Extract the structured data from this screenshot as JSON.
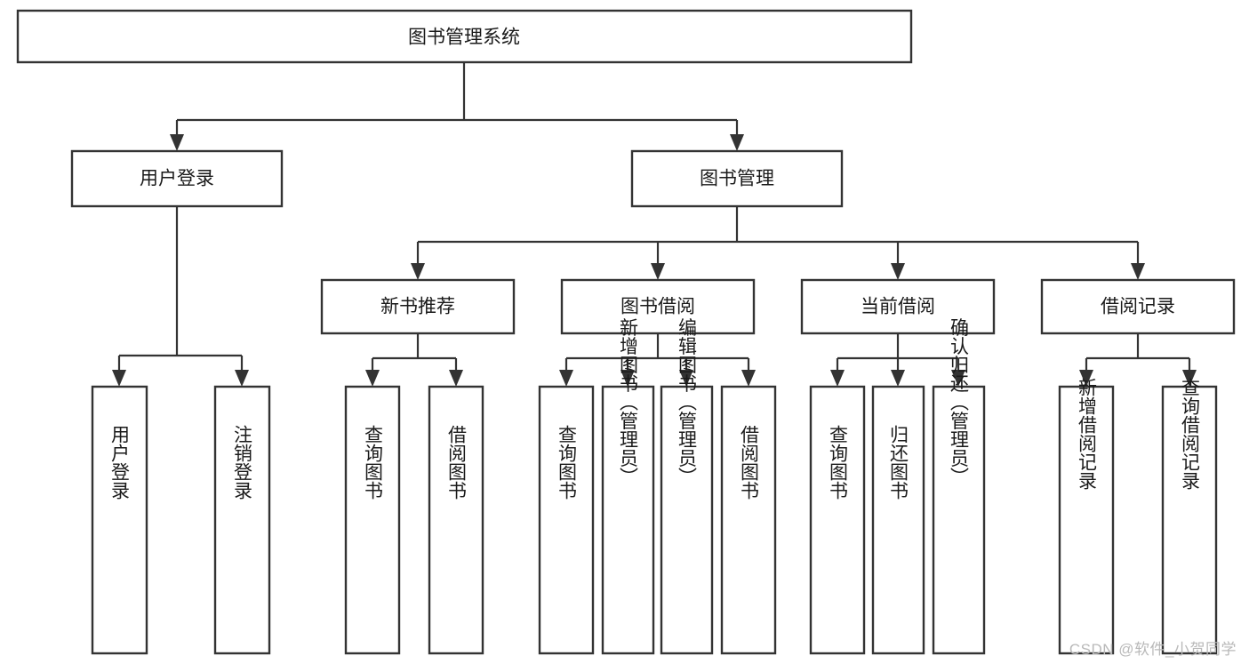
{
  "diagram": {
    "type": "tree-hierarchy",
    "title": "图书管理系统",
    "orientation": "top-down",
    "levels": 4,
    "colors": {
      "box_fill": "#ffffff",
      "box_stroke": "#333333",
      "text": "#1a1a1a",
      "background": "#ffffff",
      "watermark": "#b9b9b9"
    }
  },
  "root": {
    "label": "图书管理系统"
  },
  "level2": [
    {
      "id": "user-login",
      "label": "用户登录"
    },
    {
      "id": "book-manage",
      "label": "图书管理"
    }
  ],
  "level3": [
    {
      "id": "new-book-recommend",
      "label": "新书推荐",
      "parent": "book-manage"
    },
    {
      "id": "book-borrow",
      "label": "图书借阅",
      "parent": "book-manage"
    },
    {
      "id": "current-borrow",
      "label": "当前借阅",
      "parent": "book-manage"
    },
    {
      "id": "borrow-record",
      "label": "借阅记录",
      "parent": "book-manage"
    }
  ],
  "leaves": {
    "user-login": [
      {
        "id": "leaf-user-login",
        "label": "用户登录"
      },
      {
        "id": "leaf-logout-login",
        "label": "注销登录"
      }
    ],
    "new-book-recommend": [
      {
        "id": "leaf-query-book-1",
        "label": "查询图书"
      },
      {
        "id": "leaf-borrow-book-1",
        "label": "借阅图书"
      }
    ],
    "book-borrow": [
      {
        "id": "leaf-query-book-2",
        "label": "查询图书"
      },
      {
        "id": "leaf-add-book",
        "label": "新增图书（管理员）"
      },
      {
        "id": "leaf-edit-book",
        "label": "编辑图书（管理员）"
      },
      {
        "id": "leaf-borrow-book-2",
        "label": "借阅图书"
      }
    ],
    "current-borrow": [
      {
        "id": "leaf-query-book-3",
        "label": "查询图书"
      },
      {
        "id": "leaf-return-book",
        "label": "归还图书"
      },
      {
        "id": "leaf-confirm-return",
        "label": "确认归还（管理员）"
      }
    ],
    "borrow-record": [
      {
        "id": "leaf-add-record",
        "label": "新增借阅记录"
      },
      {
        "id": "leaf-query-record",
        "label": "查询借阅记录"
      }
    ]
  },
  "watermark": {
    "label": "CSDN @软件_小贺同学"
  }
}
